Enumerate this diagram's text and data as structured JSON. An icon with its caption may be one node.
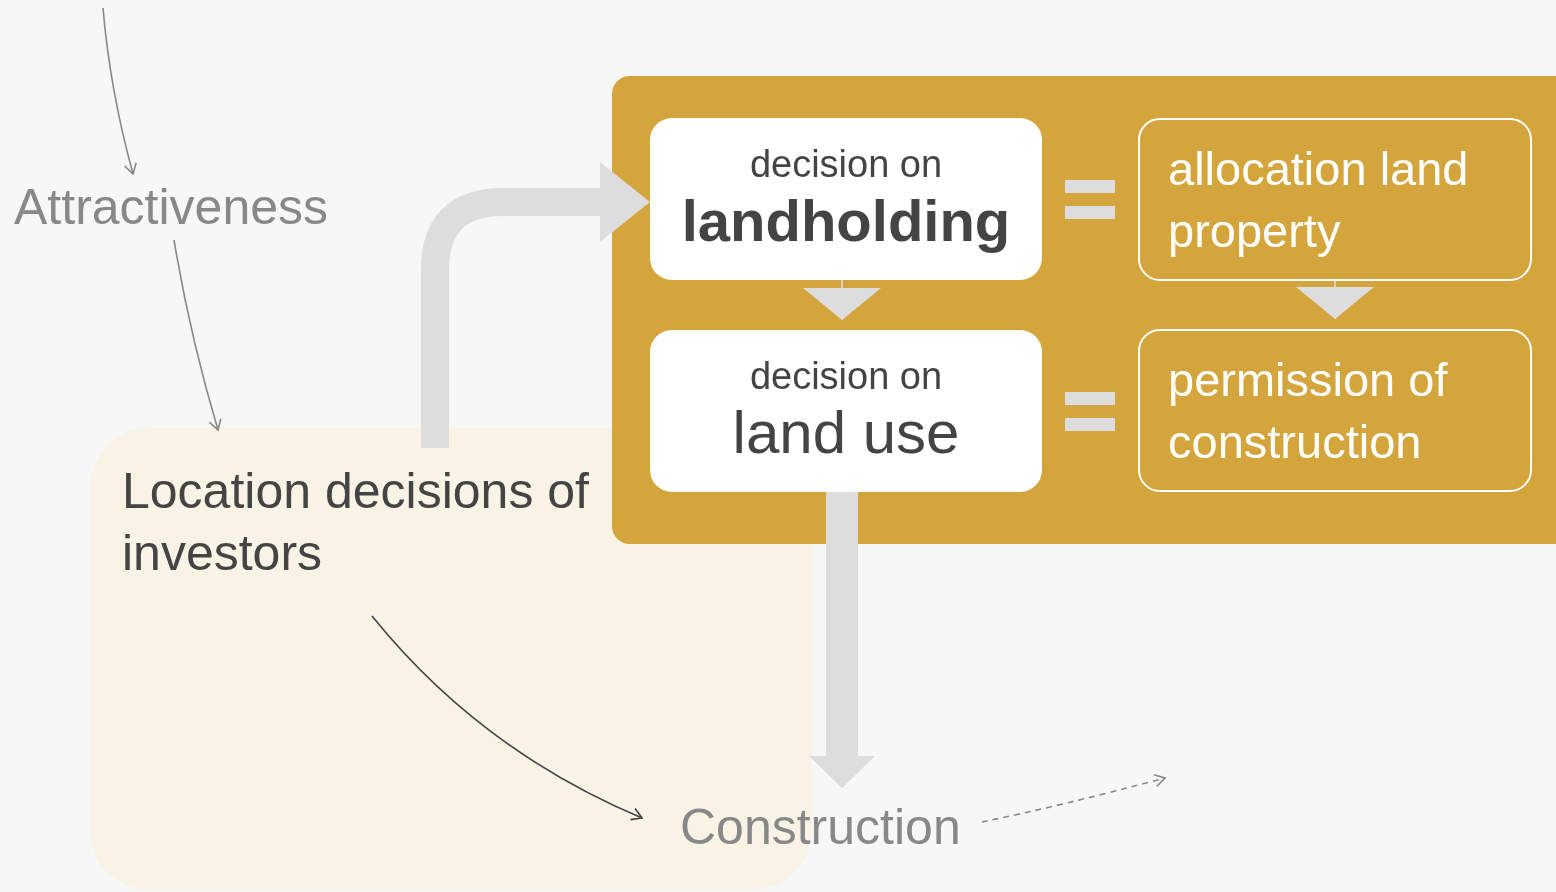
{
  "diagram": {
    "nodes": [
      {
        "text": [
          "Attractiveness"
        ]
      },
      {
        "text": [
          "Location decisions of investors"
        ]
      },
      {
        "text": [],
        "shape": "box"
      },
      {
        "text": [
          "decision on",
          "landholding"
        ],
        "in": 2
      },
      {
        "text": [
          "allocation land property"
        ],
        "in": 2
      },
      {
        "text": [
          "decision on",
          "land use"
        ],
        "in": 2
      },
      {
        "text": [
          "permission of construction"
        ],
        "in": 2
      },
      {
        "text": [
          "Construction"
        ]
      }
    ],
    "edges": [
      {
        "from": null,
        "to": 0,
        "arrow": "to",
        "color": "#888888"
      },
      {
        "from": 0,
        "to": 1,
        "arrow": "to",
        "color": "#888888"
      },
      {
        "from": 1,
        "to": 3,
        "arrow": "to",
        "style": "thick",
        "color": "#dddddd"
      },
      {
        "from": 3,
        "to": 5,
        "arrow": "to",
        "color": "#dddddd"
      },
      {
        "from": 4,
        "to": 6,
        "arrow": "to",
        "color": "#dddddd"
      },
      {
        "from": 5,
        "to": 7,
        "arrow": "to",
        "style": "thick",
        "color": "#dddddd"
      },
      {
        "from": 1,
        "to": 7,
        "arrow": "to",
        "color": "#444444"
      },
      {
        "from": 7,
        "to": null,
        "arrow": "to",
        "style": "dashed",
        "color": "#888888"
      }
    ]
  }
}
